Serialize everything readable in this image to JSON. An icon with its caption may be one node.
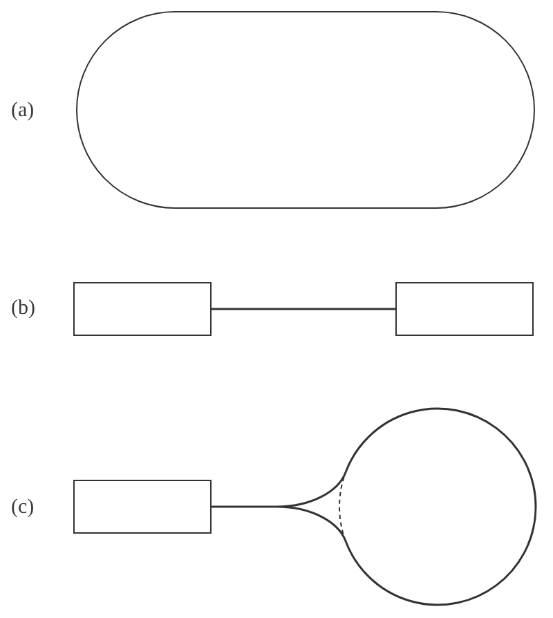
{
  "diagram": {
    "nodes": [
      {
        "text": [],
        "shape": "capsule"
      },
      {
        "text": [],
        "shape": "box"
      },
      {
        "text": [],
        "shape": "box"
      },
      {
        "text": [],
        "shape": "box"
      },
      {
        "text": [],
        "shape": "circle"
      }
    ],
    "edges": [
      {
        "from": 1,
        "to": 2,
        "arrow": "none"
      },
      {
        "from": 3,
        "to": 4,
        "arrow": "none"
      }
    ],
    "labels": [
      "(a)",
      "(b)",
      "(c)"
    ]
  }
}
